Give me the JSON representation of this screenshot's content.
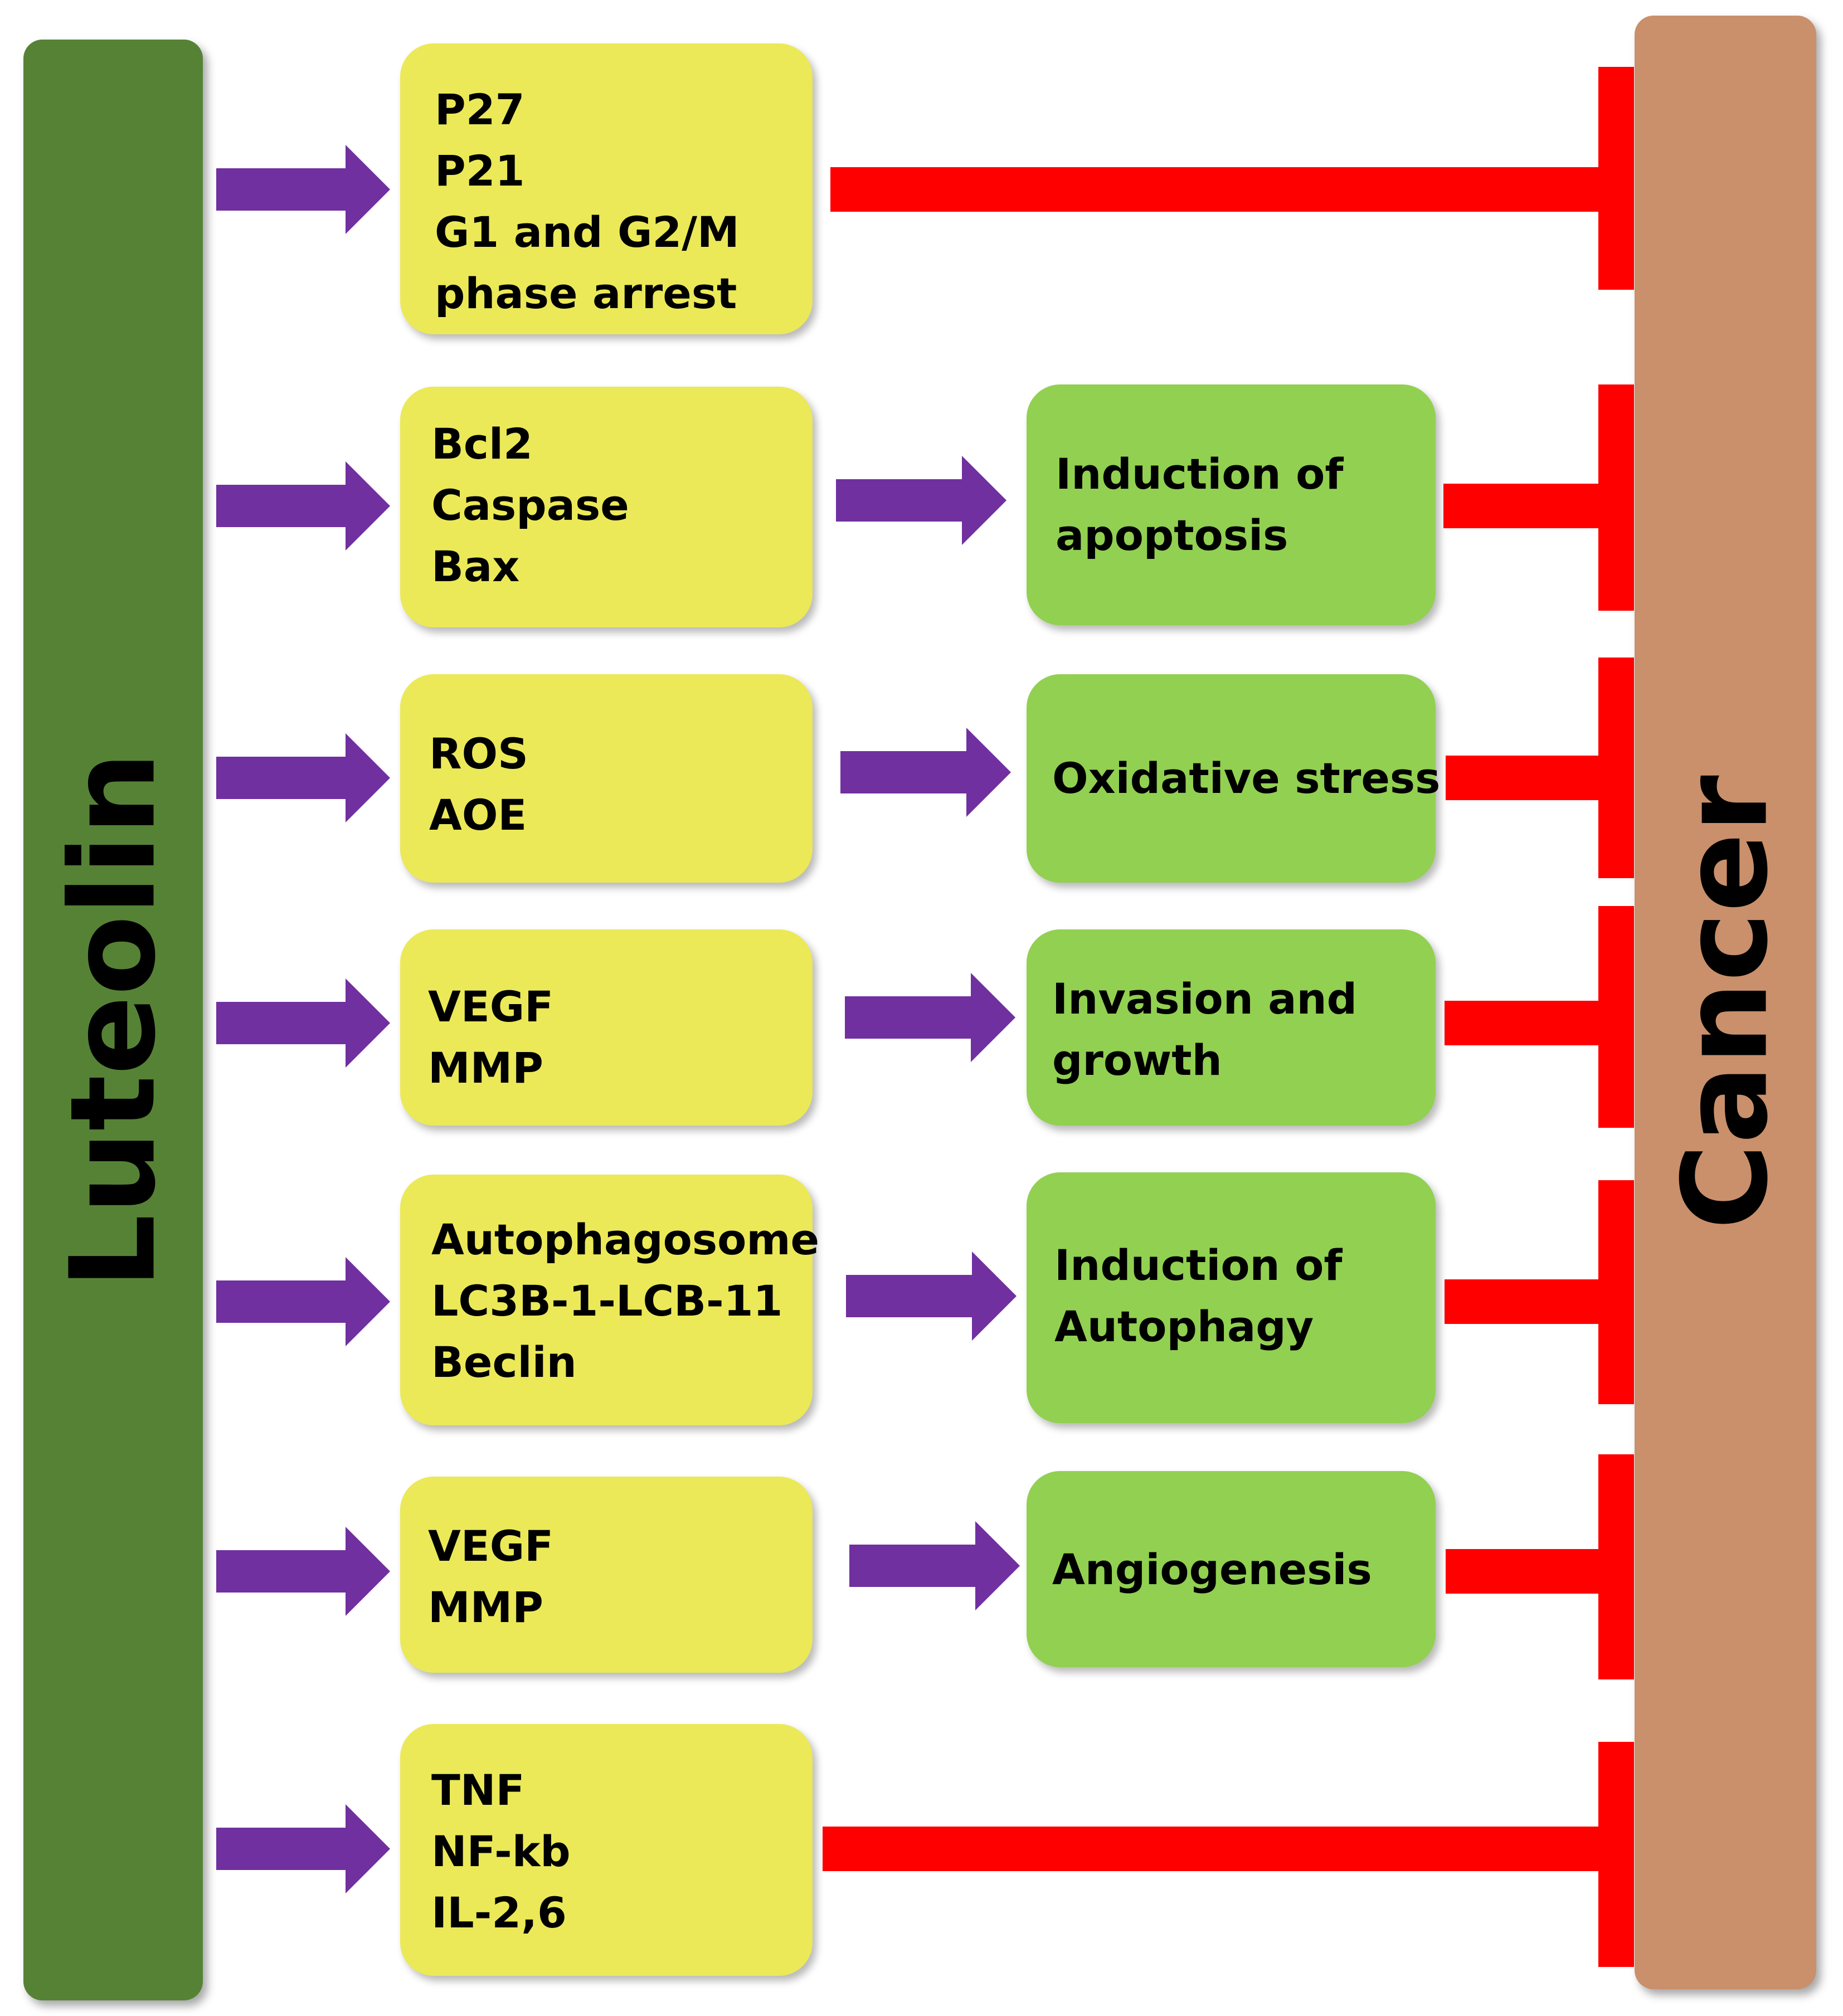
{
  "pillars": {
    "left": "Luteolin",
    "right": "Cancer"
  },
  "colors": {
    "luteolin_bar": "#568235",
    "cancer_bar": "#C9906B",
    "marker_box": "#EBE958",
    "effect_box": "#92D051",
    "activation_arrow": "#7030A0",
    "inhibition": "#FF0000"
  },
  "rows": [
    {
      "markers": [
        "P27",
        "P21",
        "G1 and G2/M",
        "phase arrest"
      ],
      "marker_trends": [
        "up"
      ],
      "effect": null
    },
    {
      "markers": [
        "Bcl2",
        "Caspase",
        "Bax"
      ],
      "marker_trends": [
        "down",
        "up"
      ],
      "effect": {
        "lines": [
          "Induction of",
          "apoptosis"
        ],
        "trend": null
      }
    },
    {
      "markers": [
        "ROS",
        "AOE"
      ],
      "marker_trends": [
        "down",
        "up"
      ],
      "effect": {
        "lines": [
          "Oxidative stress"
        ],
        "trend": "down"
      }
    },
    {
      "markers": [
        "VEGF",
        "MMP"
      ],
      "marker_trends": [
        "down"
      ],
      "effect": {
        "lines": [
          "Invasion and",
          "growth"
        ],
        "trend": "down"
      }
    },
    {
      "markers": [
        "Autophagosome",
        "LC3B-1-LCB-11",
        "Beclin"
      ],
      "marker_trends": [
        "up"
      ],
      "effect": {
        "lines": [
          "Induction of",
          "Autophagy"
        ],
        "trend": null
      }
    },
    {
      "markers": [
        "VEGF",
        "MMP"
      ],
      "marker_trends": [
        "down"
      ],
      "effect": {
        "lines": [
          "Angiogenesis"
        ],
        "trend": "down"
      }
    },
    {
      "markers": [
        "TNF",
        "NF-kb",
        "IL-2,6"
      ],
      "marker_trends": [
        "down"
      ],
      "effect": null
    }
  ]
}
